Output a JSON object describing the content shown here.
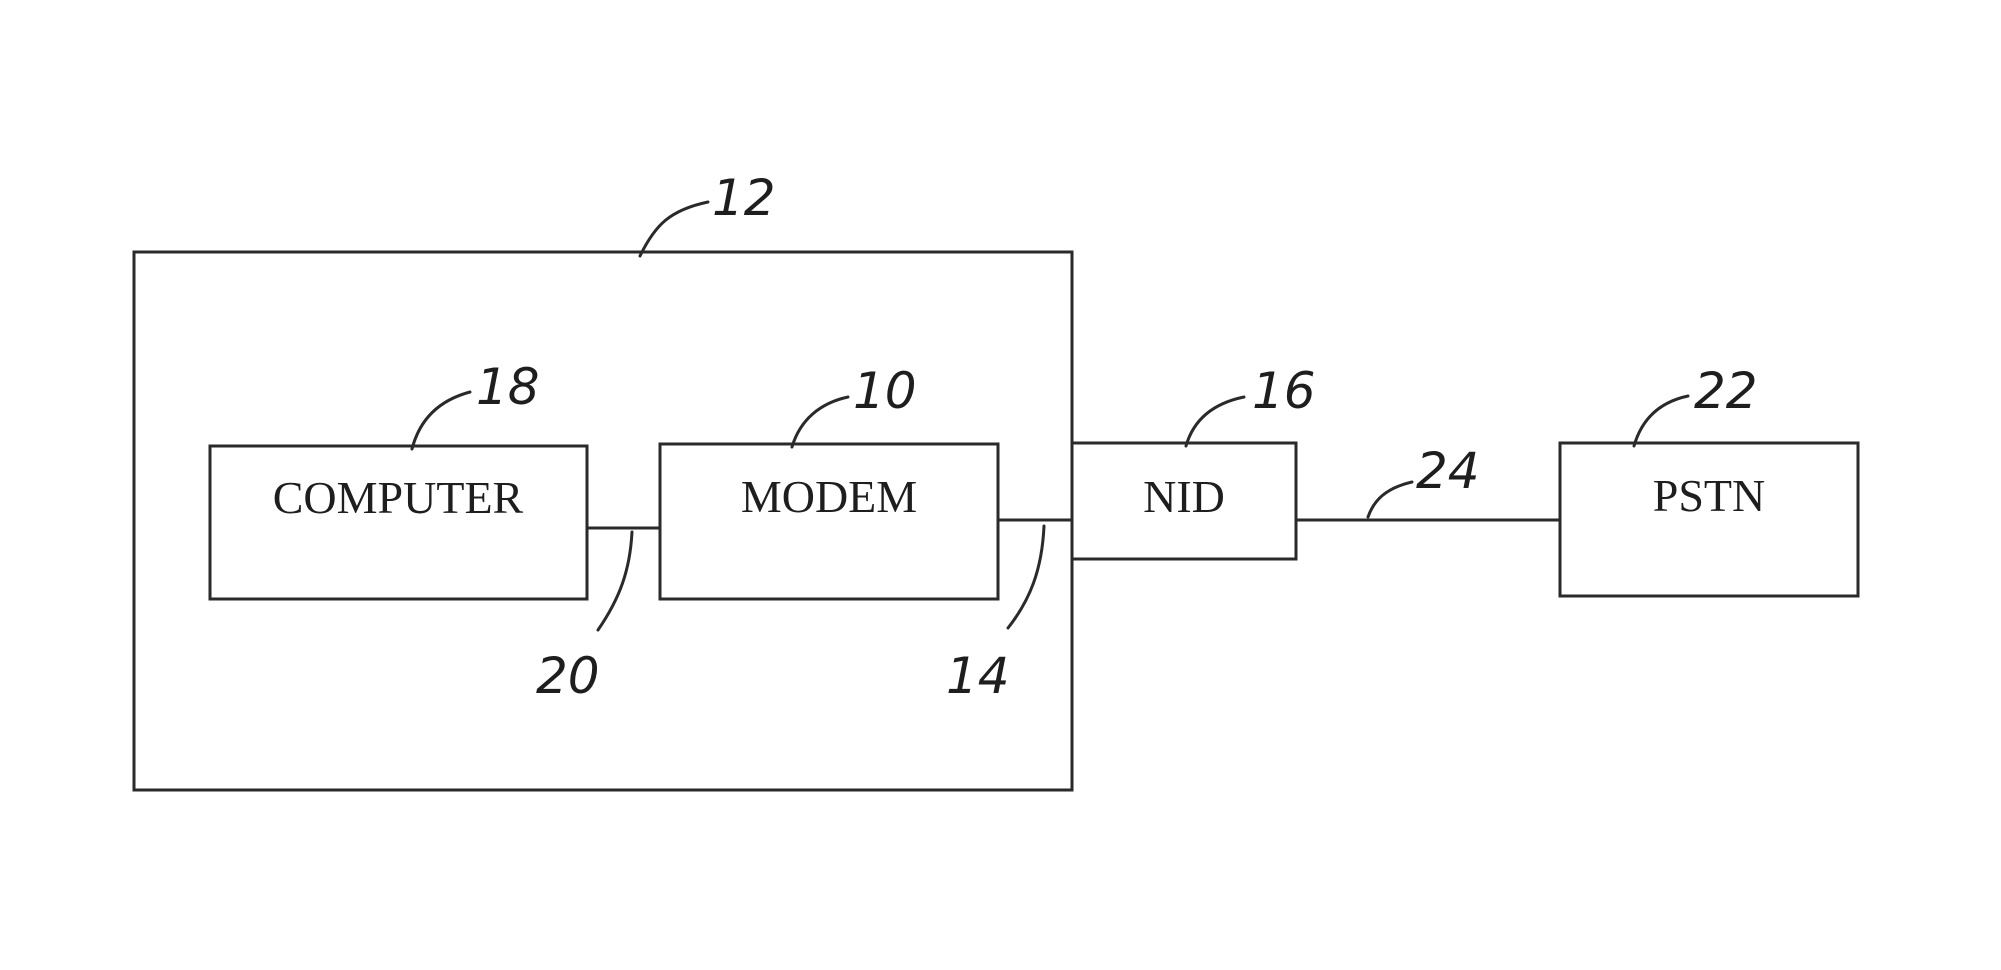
{
  "components": {
    "computer": {
      "label": "COMPUTER",
      "ref": "18"
    },
    "modem": {
      "label": "MODEM",
      "ref": "10"
    },
    "nid": {
      "label": "NID",
      "ref": "16"
    },
    "pstn": {
      "label": "PSTN",
      "ref": "22"
    }
  },
  "enclosure": {
    "ref": "12"
  },
  "connections": {
    "computer_modem": {
      "ref": "20"
    },
    "modem_nid": {
      "ref": "14"
    },
    "nid_pstn": {
      "ref": "24"
    }
  }
}
